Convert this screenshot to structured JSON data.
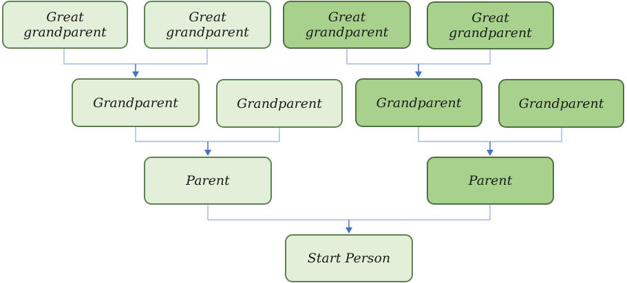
{
  "colors": {
    "light_fill": "#e2efd9",
    "dark_fill": "#a9d18e",
    "connector": "#4472c4",
    "connector_line": "#8faadc"
  },
  "nodes": {
    "great_grandparent_1": {
      "label": "Great\ngrandparent",
      "color": "light"
    },
    "great_grandparent_2": {
      "label": "Great\ngrandparent",
      "color": "light"
    },
    "great_grandparent_3": {
      "label": "Great\ngrandparent",
      "color": "dark"
    },
    "great_grandparent_4": {
      "label": "Great\ngrandparent",
      "color": "dark"
    },
    "grandparent_1": {
      "label": "Grandparent",
      "color": "light"
    },
    "grandparent_2": {
      "label": "Grandparent",
      "color": "light"
    },
    "grandparent_3": {
      "label": "Grandparent",
      "color": "dark"
    },
    "grandparent_4": {
      "label": "Grandparent",
      "color": "dark"
    },
    "parent_1": {
      "label": "Parent",
      "color": "light"
    },
    "parent_2": {
      "label": "Parent",
      "color": "dark"
    },
    "start_person": {
      "label": "Start Person",
      "color": "light"
    }
  }
}
